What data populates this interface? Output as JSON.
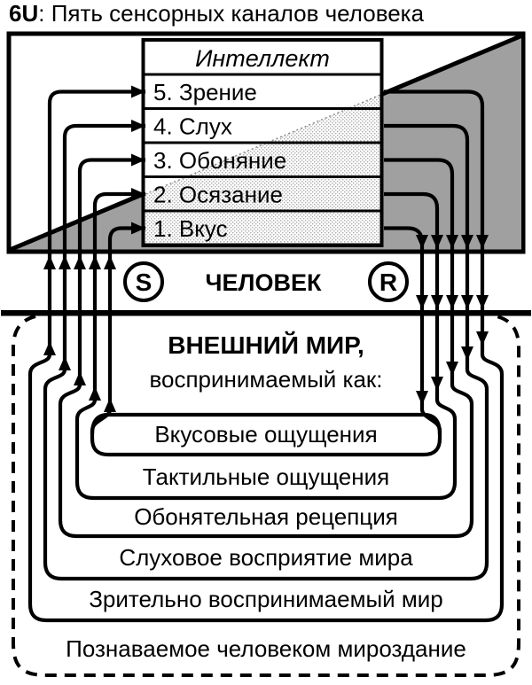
{
  "title": {
    "tag": "6U",
    "rest": ": Пять сенсорных каналов человека"
  },
  "intellect": {
    "header": "Интеллект",
    "rows": [
      "5. Зрение",
      "4. Слух",
      "3. Обоняние",
      "2. Осязание",
      "1. Вкус"
    ]
  },
  "human": {
    "s_label": "S",
    "label": "ЧЕЛОВЕК",
    "r_label": "R"
  },
  "world": {
    "heading": "ВНЕШНИЙ МИР,",
    "subheading": "воспринимаемый как:",
    "layers": [
      "Вкусовые ощущения",
      "Тактильные ощущения",
      "Обонятельная рецепция",
      "Слуховое восприятие мира",
      "Зрительно воспринимаемый мир",
      "Познаваемое человеком мироздание"
    ]
  },
  "colors": {
    "gray": "#a0a0a0",
    "stipple": "#ababab",
    "line": "#000000",
    "background": "#ffffff"
  }
}
